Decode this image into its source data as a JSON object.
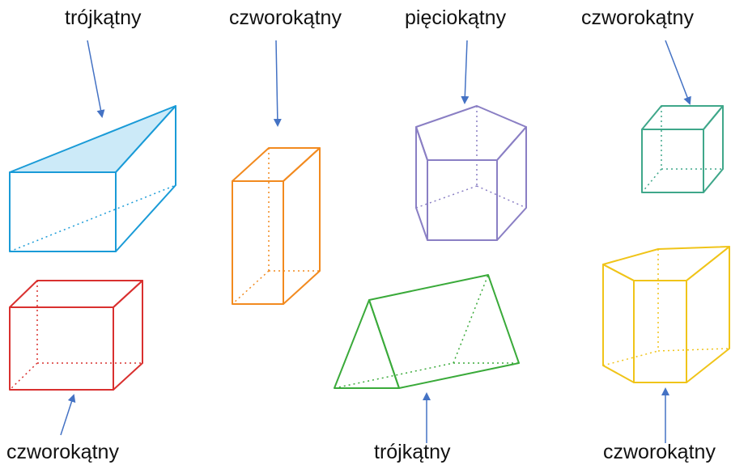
{
  "labels": {
    "top_1": "trójkątny",
    "top_2": "czworokątny",
    "top_3": "pięciokątny",
    "top_4": "czworokątny",
    "bottom_1": "czworokątny",
    "bottom_2": "trójkątny",
    "bottom_3": "czworokątny"
  },
  "colors": {
    "arrow": "#4472C4",
    "blue_prism": "#1A9BD7",
    "orange_prism": "#F28A1F",
    "purple_prism": "#8A7FC4",
    "teal_cube": "#3FA78A",
    "red_cuboid": "#D9302F",
    "green_prism": "#3AAA3A",
    "yellow_prism": "#F0C419"
  }
}
